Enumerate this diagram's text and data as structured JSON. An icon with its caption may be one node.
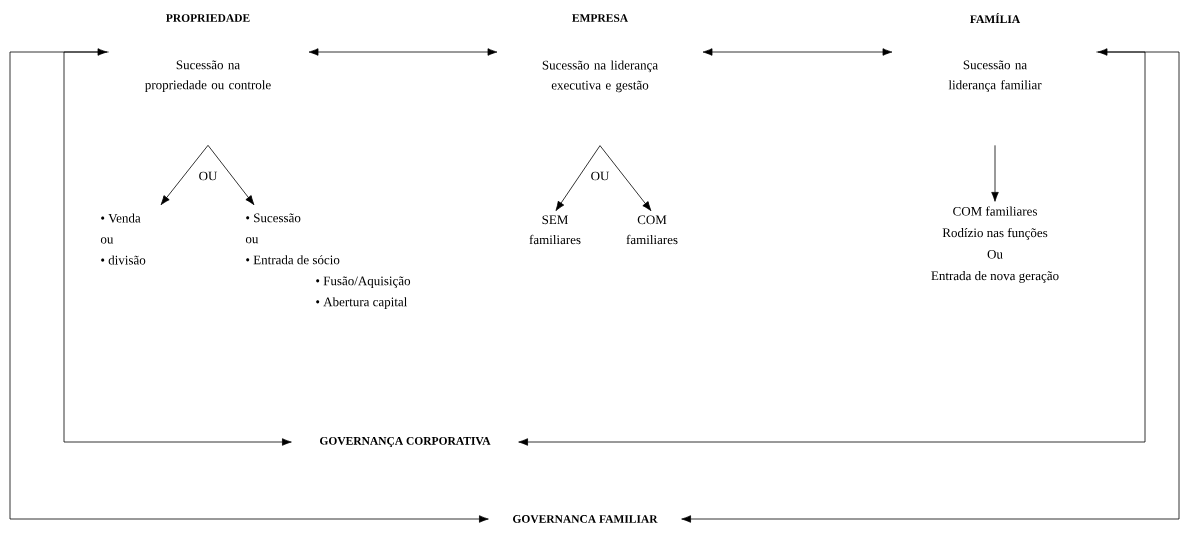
{
  "diagram": {
    "nodes": [
      {
        "text": [
          "Sucessão na propriedade ou controle"
        ]
      },
      {
        "text": [
          "Sucessão na liderança executiva e gestão"
        ]
      },
      {
        "text": [
          "Sucessão na liderança familiar"
        ]
      },
      {
        "text": [
          "• Venda",
          "ou",
          "• divisão"
        ]
      },
      {
        "text": [
          "• Sucessão",
          "ou",
          "• Entrada de sócio",
          "• Fusão/Aquisição",
          "• Abertura capital"
        ]
      },
      {
        "text": [
          "SEM familiares"
        ]
      },
      {
        "text": [
          "COM familiares"
        ]
      },
      {
        "text": [
          "COM familiares",
          "Rodízio nas funções",
          "Ou",
          "Entrada de nova geração"
        ]
      },
      {
        "text": [
          "GOVERNANÇA CORPORATIVA"
        ]
      },
      {
        "text": [
          "GOVERNANCA FAMILIAR"
        ]
      }
    ],
    "edges": [
      {
        "from": 0,
        "to": 1,
        "arrow": "both"
      },
      {
        "from": 1,
        "to": 2,
        "arrow": "both"
      },
      {
        "from": 0,
        "to": 3,
        "arrow": "to"
      },
      {
        "from": 0,
        "to": 4,
        "arrow": "to"
      },
      {
        "from": 1,
        "to": 5,
        "arrow": "to"
      },
      {
        "from": 1,
        "to": 6,
        "arrow": "to"
      },
      {
        "from": 2,
        "to": 7,
        "arrow": "to"
      },
      {
        "from": 0,
        "to": 9,
        "arrow": "both"
      },
      {
        "from": 0,
        "to": 8,
        "arrow": "to"
      },
      {
        "from": 2,
        "to": 8,
        "arrow": "both"
      },
      {
        "from": 2,
        "to": 9,
        "arrow": "to"
      }
    ],
    "labels": [
      "PROPRIEDADE",
      "EMPRESA",
      "FAMÍLIA",
      "OU",
      "OU"
    ]
  }
}
